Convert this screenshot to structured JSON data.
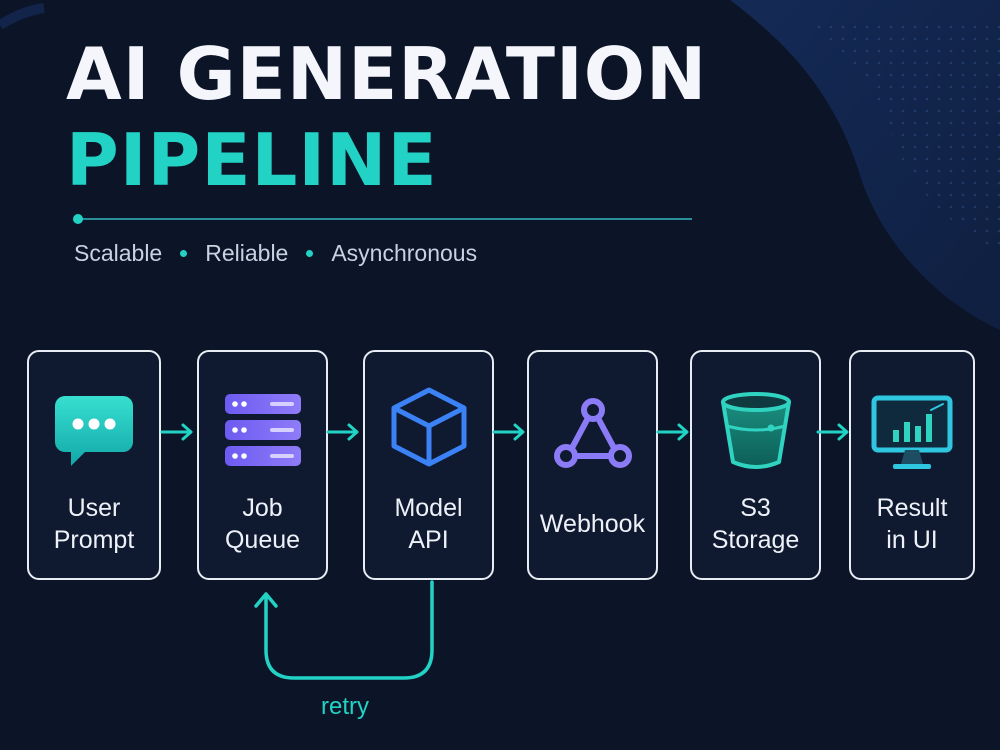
{
  "title": {
    "line1": "AI GENERATION",
    "line2": "PIPELINE"
  },
  "tagline": [
    "Scalable",
    "Reliable",
    "Asynchronous"
  ],
  "stages": [
    {
      "icon": "chat-bubble-icon",
      "label_lines": [
        "User",
        "Prompt"
      ]
    },
    {
      "icon": "server-stack-icon",
      "label_lines": [
        "Job",
        "Queue"
      ]
    },
    {
      "icon": "cube-icon",
      "label_lines": [
        "Model",
        "API"
      ]
    },
    {
      "icon": "webhook-icon",
      "label_lines": [
        "Webhook"
      ]
    },
    {
      "icon": "bucket-icon",
      "label_lines": [
        "S3",
        "Storage"
      ]
    },
    {
      "icon": "monitor-chart-icon",
      "label_lines": [
        "Result",
        "in UI"
      ]
    }
  ],
  "retry": {
    "label": "retry",
    "from_stage": "Model API",
    "to_stage": "Job Queue"
  },
  "colors": {
    "background": "#0c1427",
    "accent": "#22d3c5",
    "title_primary": "#f4f6fb",
    "icon_purple": "#7c6cf6",
    "icon_blue": "#3b82f6",
    "card_border": "#e8ecf3"
  }
}
